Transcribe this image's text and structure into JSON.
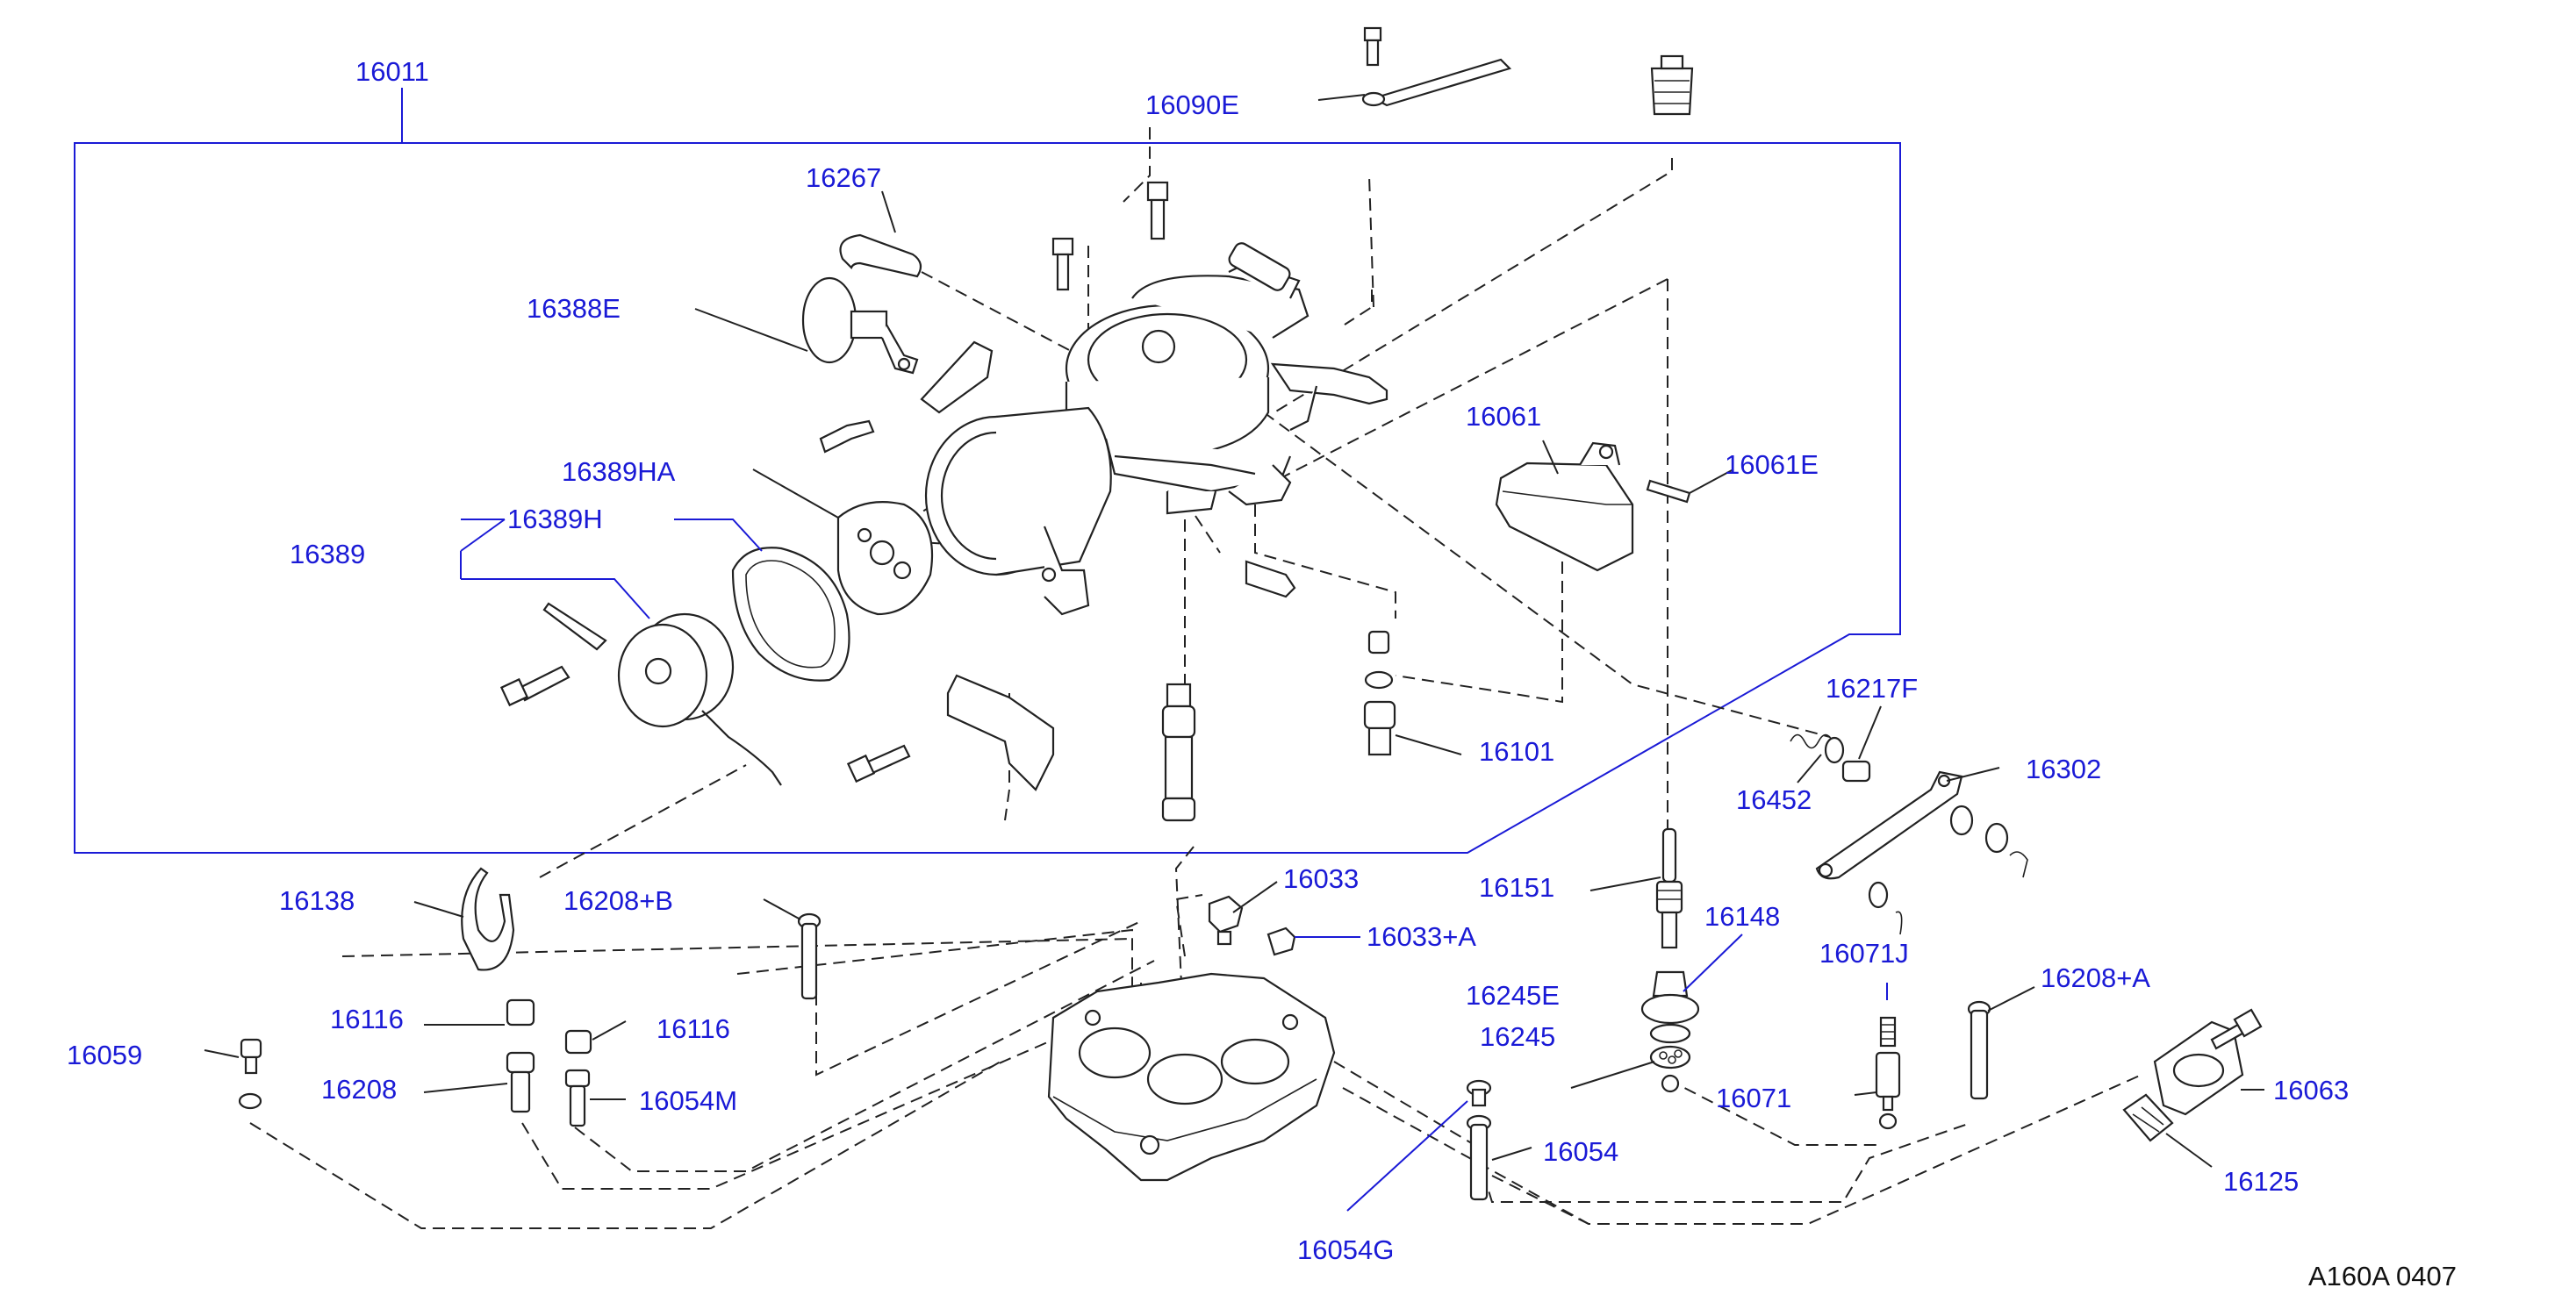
{
  "diagram_code": "A160A  0407",
  "labels": {
    "p16011": "16011",
    "p16090E": "16090E",
    "p16267": "16267",
    "p16388E": "16388E",
    "p16061": "16061",
    "p16061E": "16061E",
    "p16389HA": "16389HA",
    "p16389H": "16389H",
    "p16389": "16389",
    "p16101": "16101",
    "p16217F": "16217F",
    "p16302": "16302",
    "p16452": "16452",
    "p16138": "16138",
    "p16208B": "16208+B",
    "p16033": "16033",
    "p16033A": "16033+A",
    "p16151": "16151",
    "p16148": "16148",
    "p16071J": "16071J",
    "p16208A": "16208+A",
    "p16116a": "16116",
    "p16116b": "16116",
    "p16059": "16059",
    "p16208": "16208",
    "p16054M": "16054M",
    "p16245E": "16245E",
    "p16245": "16245",
    "p16071": "16071",
    "p16063": "16063",
    "p16054": "16054",
    "p16125": "16125",
    "p16054G": "16054G"
  },
  "colors": {
    "label": "#1a1ad6",
    "line": "#222222",
    "background": "#ffffff"
  }
}
